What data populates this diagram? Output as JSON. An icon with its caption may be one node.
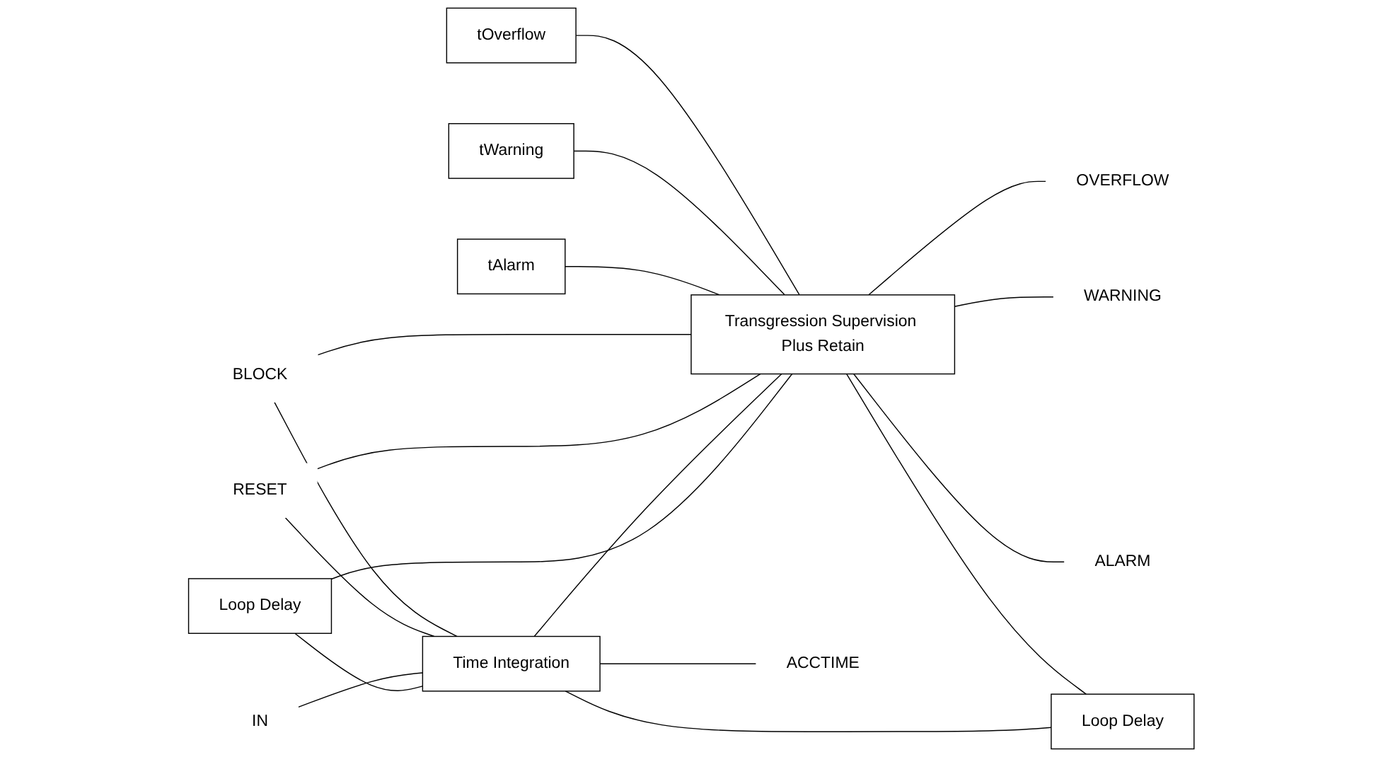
{
  "diagram": {
    "nodes": [
      {
        "text": [
          "Loop Delay"
        ]
      },
      {
        "text": [
          "tOverflow"
        ]
      },
      {
        "text": [
          "tWarning"
        ]
      },
      {
        "text": [
          "tAlarm"
        ]
      },
      {
        "text": [
          "Transgression Supervision Plus Retain"
        ]
      },
      {
        "text": [
          "BLOCK"
        ]
      },
      {
        "text": [
          "RESET"
        ]
      },
      {
        "text": [
          "IN"
        ]
      },
      {
        "text": [
          "Time Integration"
        ]
      },
      {
        "text": [
          "OVERFLOW"
        ]
      },
      {
        "text": [
          "WARNING"
        ]
      },
      {
        "text": [
          "ALARM"
        ]
      },
      {
        "text": [
          "ACCTIME"
        ]
      },
      {
        "text": [
          "Loop Delay"
        ]
      }
    ],
    "edges": [
      {
        "from": 1,
        "to": 4,
        "arrow": "none"
      },
      {
        "from": 2,
        "to": 4,
        "arrow": "none"
      },
      {
        "from": 3,
        "to": 4,
        "arrow": "none"
      },
      {
        "from": 5,
        "to": 8,
        "arrow": "none"
      },
      {
        "from": 5,
        "to": 4,
        "arrow": "none"
      },
      {
        "from": 6,
        "to": 8,
        "arrow": "none"
      },
      {
        "from": 6,
        "to": 4,
        "arrow": "none"
      },
      {
        "from": 7,
        "to": 8,
        "arrow": "none"
      },
      {
        "from": 4,
        "to": 9,
        "arrow": "none"
      },
      {
        "from": 4,
        "to": 10,
        "arrow": "none"
      },
      {
        "from": 4,
        "to": 11,
        "arrow": "none"
      },
      {
        "from": 4,
        "to": 0,
        "arrow": "none"
      },
      {
        "from": 0,
        "to": 8,
        "arrow": "none"
      },
      {
        "from": 8,
        "to": 12,
        "arrow": "none"
      },
      {
        "from": 8,
        "to": 4,
        "arrow": "none"
      },
      {
        "from": 4,
        "to": 13,
        "arrow": "none"
      },
      {
        "from": 13,
        "to": 8,
        "arrow": "none"
      }
    ]
  }
}
